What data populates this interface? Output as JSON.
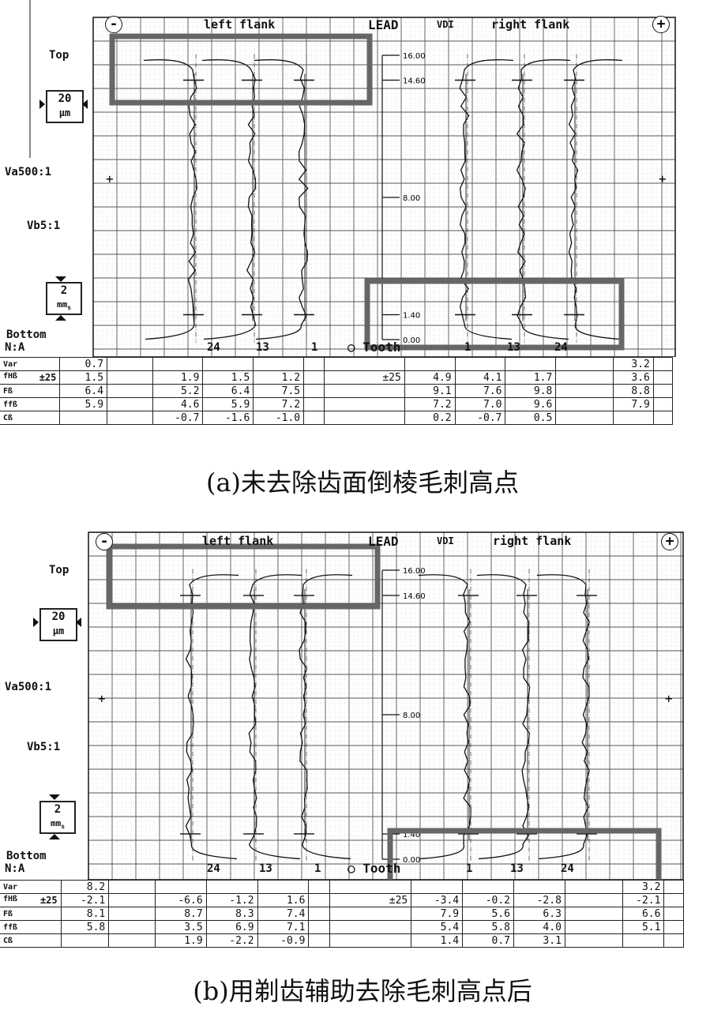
{
  "panels": [
    {
      "id": "a",
      "caption": "(a)未去除齿面倒棱毛刺高点",
      "header": {
        "minus": "-",
        "left_flank": "left flank",
        "lead": "LEAD",
        "vdi": "VDI",
        "right_flank": "right flank",
        "plus": "+"
      },
      "side_labels": {
        "top": "Top",
        "scale_v_value": "20",
        "scale_v_unit": "µm",
        "va": "Va500:1",
        "vb": "Vb5:1",
        "scale_h_value": "2",
        "scale_h_unit": "mm",
        "scale_h_sub": "s",
        "bottom": "Bottom",
        "na": "N:A",
        "tooth": "Tooth"
      },
      "axis_labels": [
        "16.00",
        "14.60",
        "8.00",
        "1.40",
        "0.00"
      ],
      "left_teeth": [
        "24",
        "13",
        "1"
      ],
      "right_teeth": [
        "1",
        "13",
        "24"
      ],
      "table": {
        "row_labels": [
          "Var",
          "fHß",
          "Fß",
          "ffß",
          "Cß"
        ],
        "tol_label": "±25",
        "first_col": [
          "0.7",
          "1.5",
          "6.4",
          "5.9",
          ""
        ],
        "left_vals": [
          [
            "",
            "",
            ""
          ],
          [
            "1.9",
            "1.5",
            "1.2"
          ],
          [
            "5.2",
            "6.4",
            "7.5"
          ],
          [
            "4.6",
            "5.9",
            "7.2"
          ],
          [
            "-0.7",
            "-1.6",
            "-1.0"
          ]
        ],
        "mid_tol": "±25",
        "right_vals": [
          [
            "",
            "",
            ""
          ],
          [
            "4.9",
            "4.1",
            "1.7"
          ],
          [
            "9.1",
            "7.6",
            "9.8"
          ],
          [
            "7.2",
            "7.0",
            "9.6"
          ],
          [
            "0.2",
            "-0.7",
            "0.5"
          ]
        ],
        "last_col": [
          "3.2",
          "3.6",
          "8.8",
          "7.9",
          ""
        ]
      }
    },
    {
      "id": "b",
      "caption": "(b)用剃齿辅助去除毛刺高点后",
      "header": {
        "minus": "-",
        "left_flank": "left flank",
        "lead": "LEAD",
        "vdi": "VDI",
        "right_flank": "right flank",
        "plus": "+"
      },
      "side_labels": {
        "top": "Top",
        "scale_v_value": "20",
        "scale_v_unit": "µm",
        "va": "Va500:1",
        "vb": "Vb5:1",
        "scale_h_value": "2",
        "scale_h_unit": "mm",
        "scale_h_sub": "s",
        "bottom": "Bottom",
        "na": "N:A",
        "tooth": "Tooth"
      },
      "axis_labels": [
        "16.00",
        "14.60",
        "8.00",
        "1.40",
        "0.00"
      ],
      "left_teeth": [
        "24",
        "13",
        "1"
      ],
      "right_teeth": [
        "1",
        "13",
        "24"
      ],
      "table": {
        "row_labels": [
          "Var",
          "fHß",
          "Fß",
          "ffß",
          "Cß"
        ],
        "tol_label": "±25",
        "first_col": [
          "8.2",
          "-2.1",
          "8.1",
          "5.8",
          ""
        ],
        "left_vals": [
          [
            "",
            "",
            ""
          ],
          [
            "-6.6",
            "-1.2",
            "1.6"
          ],
          [
            "8.7",
            "8.3",
            "7.4"
          ],
          [
            "3.5",
            "6.9",
            "7.1"
          ],
          [
            "1.9",
            "-2.2",
            "-0.9"
          ]
        ],
        "mid_tol": "±25",
        "right_vals": [
          [
            "",
            "",
            ""
          ],
          [
            "-3.4",
            "-0.2",
            "-2.8"
          ],
          [
            "7.9",
            "5.6",
            "6.3"
          ],
          [
            "5.4",
            "5.8",
            "4.0"
          ],
          [
            "1.4",
            "0.7",
            "3.1"
          ]
        ],
        "last_col": [
          "3.2",
          "-2.1",
          "6.6",
          "5.1",
          ""
        ]
      }
    }
  ],
  "chart_data": [
    {
      "type": "line",
      "title": "LEAD",
      "left_series": [
        {
          "name": "24",
          "fHß": 1.9,
          "Fß": 5.2,
          "ffß": 4.6,
          "Cß": -0.7
        },
        {
          "name": "13",
          "fHß": 1.5,
          "Fß": 6.4,
          "ffß": 5.9,
          "Cß": -1.6
        },
        {
          "name": "1",
          "fHß": 1.2,
          "Fß": 7.5,
          "ffß": 7.2,
          "Cß": -1.0
        }
      ],
      "right_series": [
        {
          "name": "1",
          "fHß": 4.9,
          "Fß": 9.1,
          "ffß": 7.2,
          "Cß": 0.2
        },
        {
          "name": "13",
          "fHß": 4.1,
          "Fß": 7.6,
          "ffß": 7.0,
          "Cß": -0.7
        },
        {
          "name": "24",
          "fHß": 1.7,
          "Fß": 9.8,
          "ffß": 9.6,
          "Cß": 0.5
        }
      ],
      "y_ticks": [
        16.0,
        14.6,
        8.0,
        1.4,
        0.0
      ],
      "grid": true
    },
    {
      "type": "line",
      "title": "LEAD",
      "left_series": [
        {
          "name": "24",
          "fHß": -6.6,
          "Fß": 8.7,
          "ffß": 3.5,
          "Cß": 1.9
        },
        {
          "name": "13",
          "fHß": -1.2,
          "Fß": 8.3,
          "ffß": 6.9,
          "Cß": -2.2
        },
        {
          "name": "1",
          "fHß": 1.6,
          "Fß": 7.4,
          "ffß": 7.1,
          "Cß": -0.9
        }
      ],
      "right_series": [
        {
          "name": "1",
          "fHß": -3.4,
          "Fß": 7.9,
          "ffß": 5.4,
          "Cß": 1.4
        },
        {
          "name": "13",
          "fHß": -0.2,
          "Fß": 5.6,
          "ffß": 5.8,
          "Cß": 0.7
        },
        {
          "name": "24",
          "fHß": -2.8,
          "Fß": 6.3,
          "ffß": 4.0,
          "Cß": 3.1
        }
      ],
      "y_ticks": [
        16.0,
        14.6,
        8.0,
        1.4,
        0.0
      ],
      "grid": true
    }
  ]
}
